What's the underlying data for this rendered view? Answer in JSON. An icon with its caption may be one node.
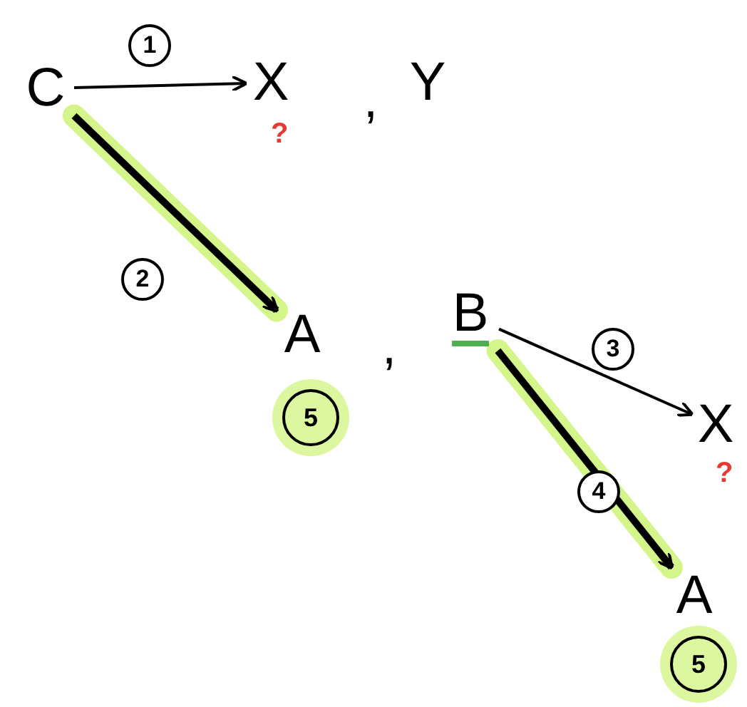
{
  "diagram": {
    "nodes": [
      {
        "text": [
          "C"
        ]
      },
      {
        "text": [
          "X"
        ],
        "beside": [
          "?"
        ]
      },
      {
        "text": [
          "Y"
        ]
      },
      {
        "text": [
          "A"
        ]
      },
      {
        "text": [
          "B"
        ]
      },
      {
        "text": [
          "X"
        ],
        "beside": [
          "?"
        ]
      },
      {
        "text": [
          "A"
        ]
      },
      {
        "text": [
          "5"
        ]
      },
      {
        "text": [
          "5"
        ]
      }
    ],
    "edges": [
      {
        "from": 0,
        "to": 1,
        "arrow": "to",
        "label": "1"
      },
      {
        "from": 0,
        "to": 3,
        "arrow": "to",
        "label": "2",
        "style": "thick"
      },
      {
        "from": 4,
        "to": 5,
        "arrow": "to",
        "label": "3"
      },
      {
        "from": 4,
        "to": 6,
        "arrow": "to",
        "label": "4",
        "style": "thick"
      }
    ],
    "labels": [
      ",",
      ","
    ]
  }
}
